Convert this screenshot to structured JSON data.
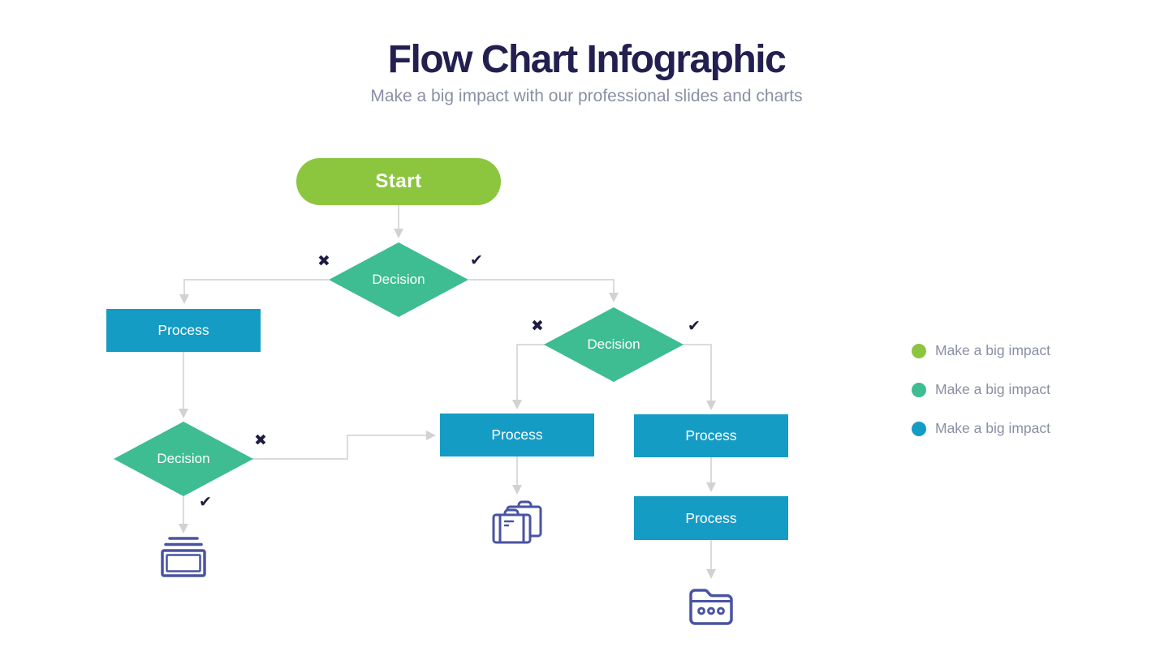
{
  "header": {
    "title": "Flow Chart Infographic",
    "subtitle": "Make a big impact with our professional slides and charts"
  },
  "colors": {
    "start_green": "#8CC63E",
    "decision_teal": "#3EBC92",
    "process_blue": "#149CC4",
    "title_navy": "#232050",
    "subtitle_gray": "#8A8FA3",
    "icon_indigo": "#4A53A2",
    "connector_gray": "#DBDBDB",
    "arrowhead_gray": "#D2D2D2",
    "mark_navy": "#1E1B44"
  },
  "flowchart": {
    "start": {
      "label": "Start"
    },
    "decisions": [
      {
        "label": "Decision"
      },
      {
        "label": "Decision"
      },
      {
        "label": "Decision"
      }
    ],
    "processes": [
      {
        "label": "Process"
      },
      {
        "label": "Process"
      },
      {
        "label": "Process"
      },
      {
        "label": "Process"
      }
    ],
    "branch_marks": {
      "cross": "✖",
      "check": "✔"
    }
  },
  "legend": {
    "items": [
      {
        "color": "#8CC63E",
        "label": "Make a big impact"
      },
      {
        "color": "#3EBC92",
        "label": "Make a big impact"
      },
      {
        "color": "#149CC4",
        "label": "Make a big impact"
      }
    ]
  }
}
